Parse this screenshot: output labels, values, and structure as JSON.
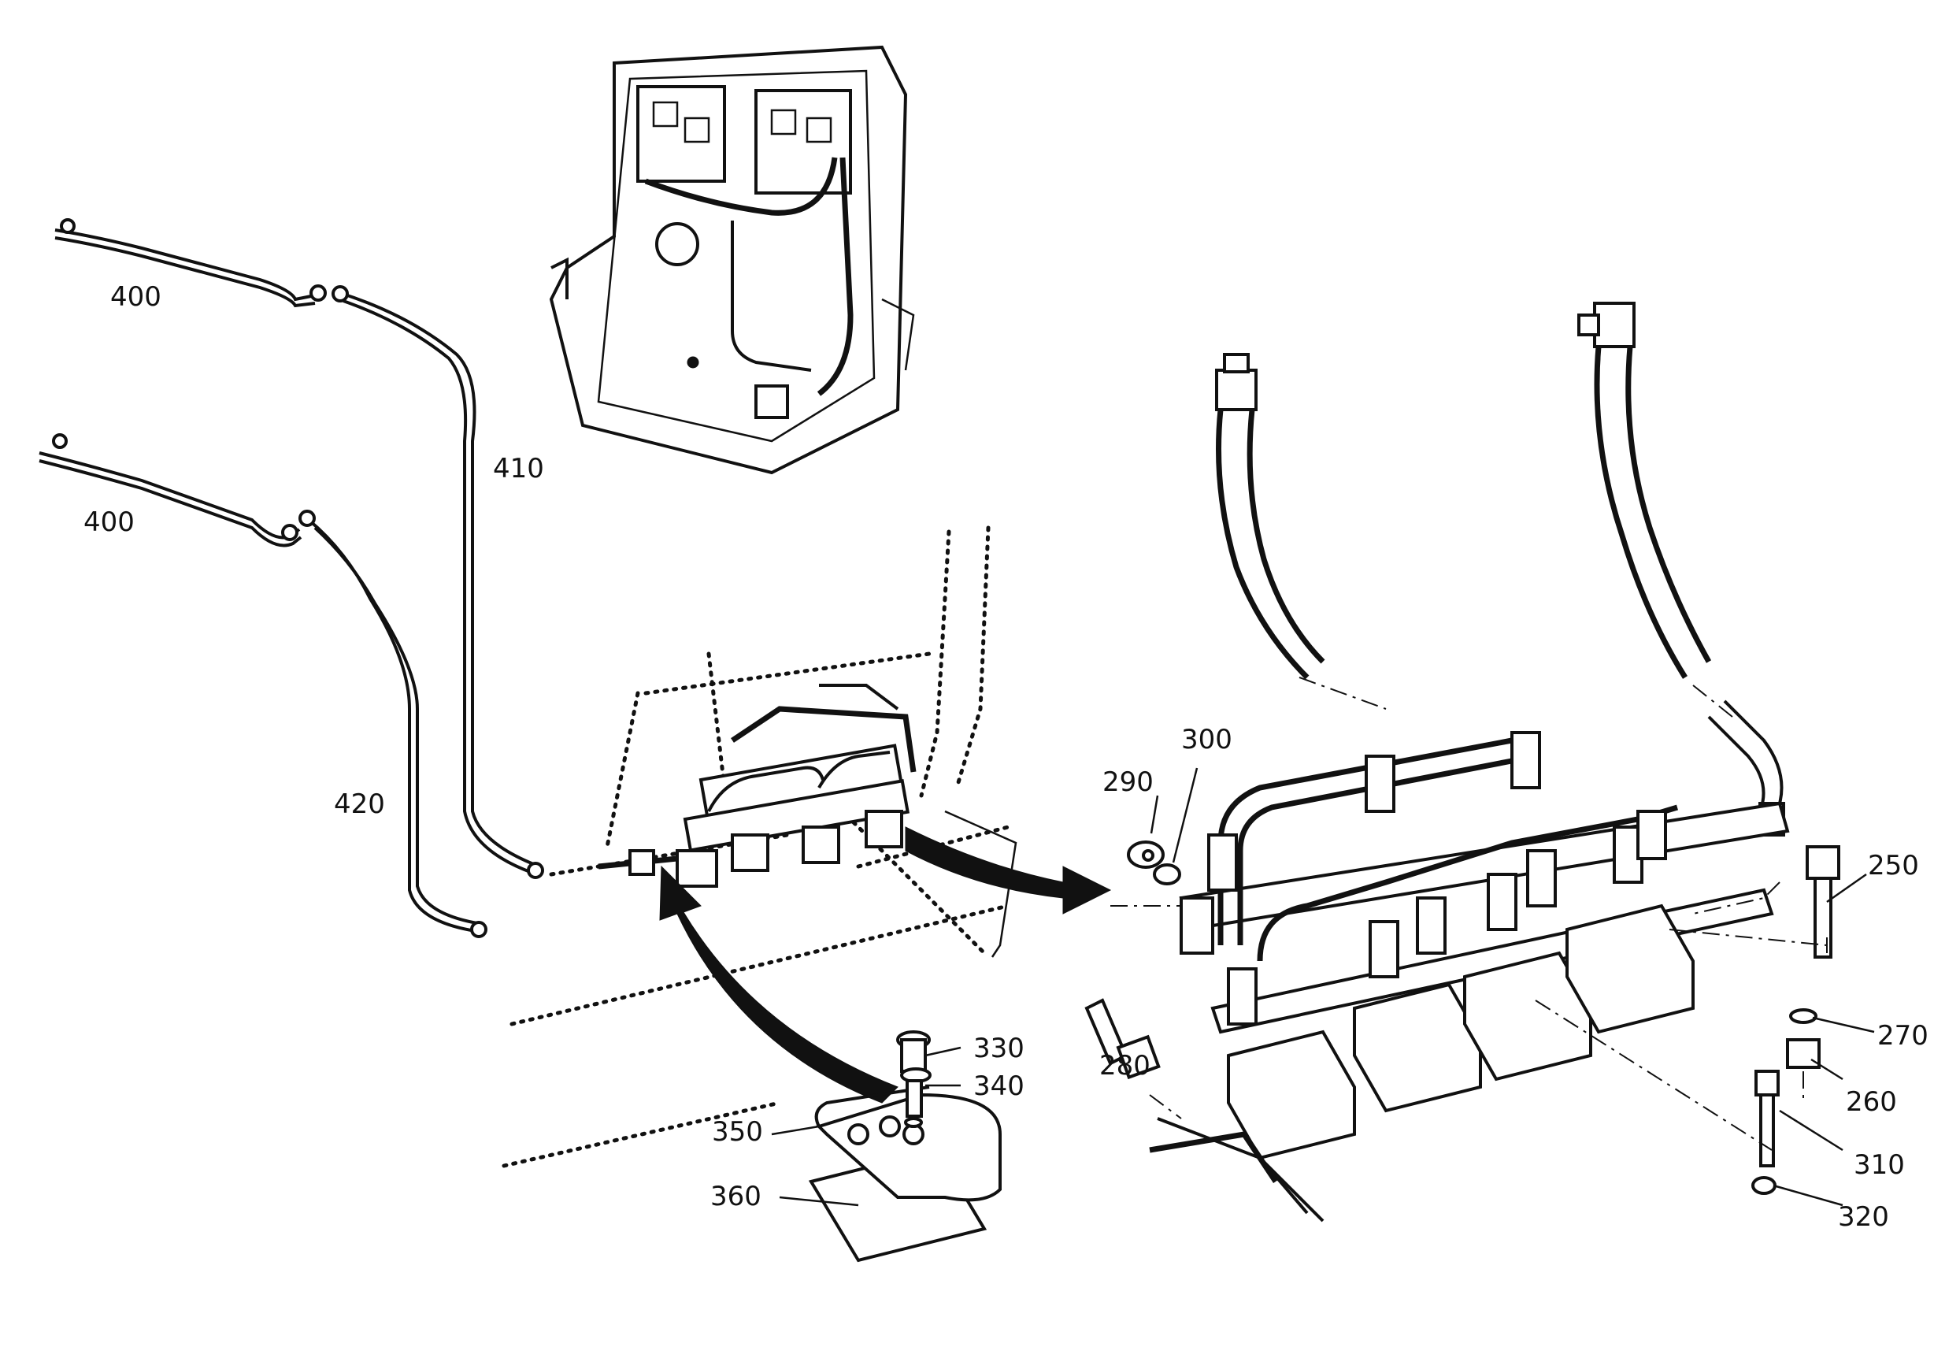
{
  "callouts": [
    {
      "id": "400a",
      "text": "400"
    },
    {
      "id": "400b",
      "text": "400"
    },
    {
      "id": "410",
      "text": "410"
    },
    {
      "id": "420",
      "text": "420"
    },
    {
      "id": "290",
      "text": "290"
    },
    {
      "id": "300",
      "text": "300"
    },
    {
      "id": "250",
      "text": "250"
    },
    {
      "id": "270",
      "text": "270"
    },
    {
      "id": "260",
      "text": "260"
    },
    {
      "id": "310",
      "text": "310"
    },
    {
      "id": "320",
      "text": "320"
    },
    {
      "id": "280",
      "text": "280"
    },
    {
      "id": "330",
      "text": "330"
    },
    {
      "id": "340",
      "text": "340"
    },
    {
      "id": "350",
      "text": "350"
    },
    {
      "id": "360",
      "text": "360"
    }
  ],
  "colors": {
    "ink": "#111111",
    "paper": "#ffffff"
  }
}
